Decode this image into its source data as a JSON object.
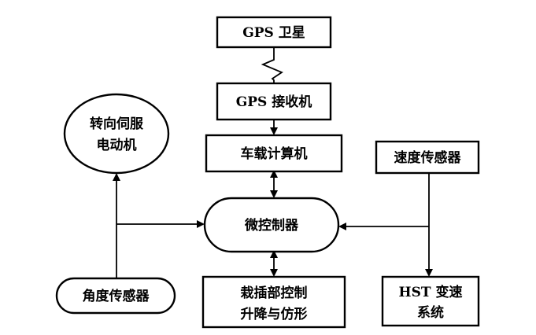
{
  "nodes": {
    "gps_satellite": {
      "label": "GPS 卫星"
    },
    "gps_receiver": {
      "label": "GPS 接收机"
    },
    "onboard_computer": {
      "label": "车载计算机"
    },
    "microcontroller": {
      "label": "微控制器"
    },
    "steering_servo": {
      "line1": "转向伺服",
      "line2": "电动机"
    },
    "angle_sensor": {
      "label": "角度传感器"
    },
    "speed_sensor": {
      "label": "速度传感器"
    },
    "hst_transmission": {
      "line1": "HST 变速",
      "line2": "系统"
    },
    "transplanting_control": {
      "line1": "栽插部控制",
      "line2": "升降与仿形"
    }
  }
}
